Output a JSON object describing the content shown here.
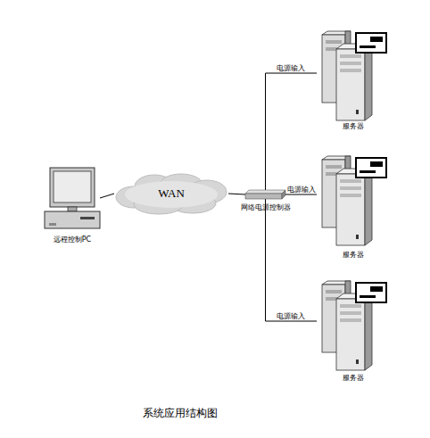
{
  "diagram": {
    "caption": "系统应用结构图",
    "nodes": [
      {
        "text": [
          "远程控制PC"
        ]
      },
      {
        "text": [
          "WAN"
        ]
      },
      {
        "text": [
          "网络电源控制器"
        ]
      },
      {
        "text": [
          "服务器"
        ]
      },
      {
        "text": [
          "服务器"
        ]
      },
      {
        "text": [
          "服务器"
        ]
      }
    ],
    "edges": [
      {
        "from": 0,
        "to": 1,
        "arrow": "none"
      },
      {
        "from": 1,
        "to": 2,
        "arrow": "none"
      },
      {
        "from": 2,
        "to": 3,
        "label": "电源输入",
        "arrow": "none"
      },
      {
        "from": 2,
        "to": 4,
        "label": "电源输入",
        "arrow": "none"
      },
      {
        "from": 2,
        "to": 5,
        "label": "电源输入",
        "arrow": "none"
      }
    ]
  }
}
